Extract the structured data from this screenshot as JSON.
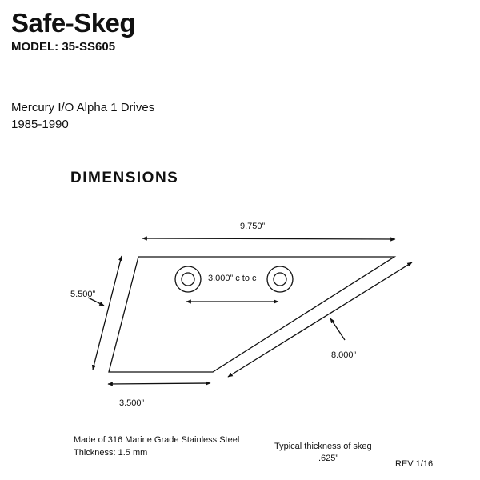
{
  "header": {
    "title": "Safe-Skeg",
    "model": "MODEL: 35-SS605"
  },
  "application": {
    "line1": "Mercury I/O Alpha 1 Drives",
    "line2": "1985-1990"
  },
  "section_title": "DIMENSIONS",
  "dimensions": {
    "top_length": "9.750”",
    "side_height": "5.500”",
    "hole_spacing": "3.000” c to c",
    "bottom_length": "3.500”",
    "diagonal_length": "8.000”"
  },
  "notes": {
    "material": "Made of 316 Marine Grade Stainless Steel",
    "thickness": "Thickness:  1.5 mm",
    "typical_label": "Typical thickness of skeg",
    "typical_value": ".625”",
    "revision": "REV 1/16"
  }
}
